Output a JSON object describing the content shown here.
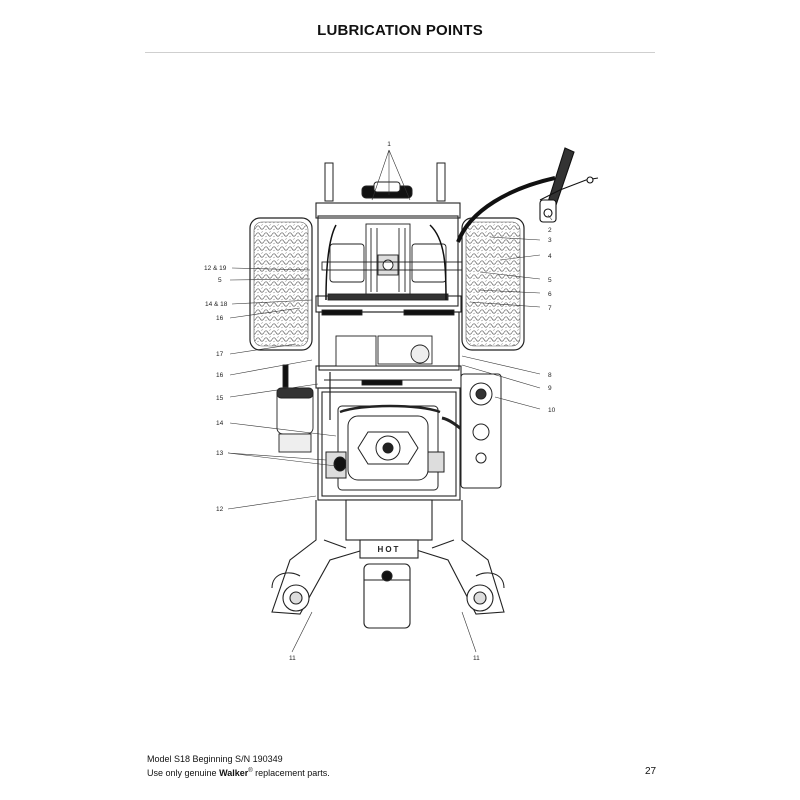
{
  "page": {
    "title": "LUBRICATION POINTS",
    "footer_line1": "Model S18 Beginning S/N 190349",
    "footer_line2_prefix": "Use only genuine ",
    "footer_brand": "Walker",
    "footer_reg": "®",
    "footer_line2_suffix": " replacement parts.",
    "page_number": "27"
  },
  "diagram": {
    "decal_text": "HOT",
    "callouts": [
      {
        "id": "top-1",
        "text": "1"
      },
      {
        "id": "r-2",
        "text": "2"
      },
      {
        "id": "r-3",
        "text": "3"
      },
      {
        "id": "r-4",
        "text": "4"
      },
      {
        "id": "r-5",
        "text": "5"
      },
      {
        "id": "r-6",
        "text": "6"
      },
      {
        "id": "r-7",
        "text": "7"
      },
      {
        "id": "r-8",
        "text": "8"
      },
      {
        "id": "r-9",
        "text": "9"
      },
      {
        "id": "r-10",
        "text": "10"
      },
      {
        "id": "l-12-19",
        "text": "12 & 19"
      },
      {
        "id": "l-5",
        "text": "5"
      },
      {
        "id": "l-14-18",
        "text": "14 & 18"
      },
      {
        "id": "l-16a",
        "text": "16"
      },
      {
        "id": "l-17",
        "text": "17"
      },
      {
        "id": "l-16b",
        "text": "16"
      },
      {
        "id": "l-15",
        "text": "15"
      },
      {
        "id": "l-14",
        "text": "14"
      },
      {
        "id": "l-13",
        "text": "13"
      },
      {
        "id": "l-12",
        "text": "12"
      },
      {
        "id": "b-11a",
        "text": "11"
      },
      {
        "id": "b-11b",
        "text": "11"
      }
    ]
  }
}
